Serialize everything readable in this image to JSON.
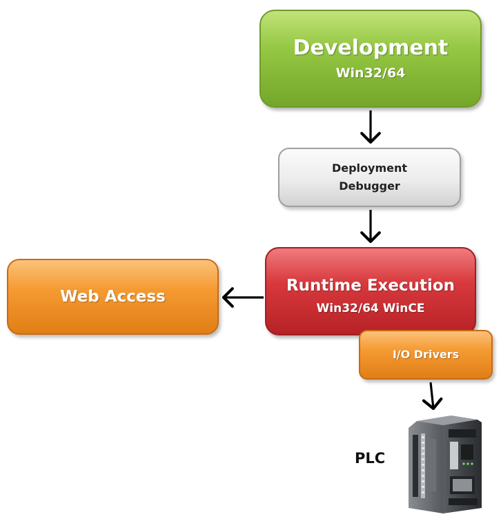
{
  "nodes": {
    "development": {
      "title": "Development",
      "subtitle": "Win32/64"
    },
    "deployment": {
      "line1": "Deployment",
      "line2": "Debugger"
    },
    "runtime": {
      "title": "Runtime Execution",
      "subtitle": "Win32/64 WinCE"
    },
    "web_access": {
      "label": "Web Access"
    },
    "io_drivers": {
      "label": "I/O Drivers"
    },
    "plc": {
      "label": "PLC",
      "icon": "plc-device-icon"
    }
  },
  "edges": [
    {
      "from": "Development",
      "to": "Deployment Debugger"
    },
    {
      "from": "Deployment Debugger",
      "to": "Runtime Execution"
    },
    {
      "from": "Runtime Execution",
      "to": "Web Access"
    },
    {
      "from": "I/O Drivers",
      "to": "PLC"
    }
  ],
  "colors": {
    "development": "#95c843",
    "deployment": "#e6e6e6",
    "runtime": "#d8393d",
    "web_access": "#f59a32",
    "io_drivers": "#f59a32"
  }
}
